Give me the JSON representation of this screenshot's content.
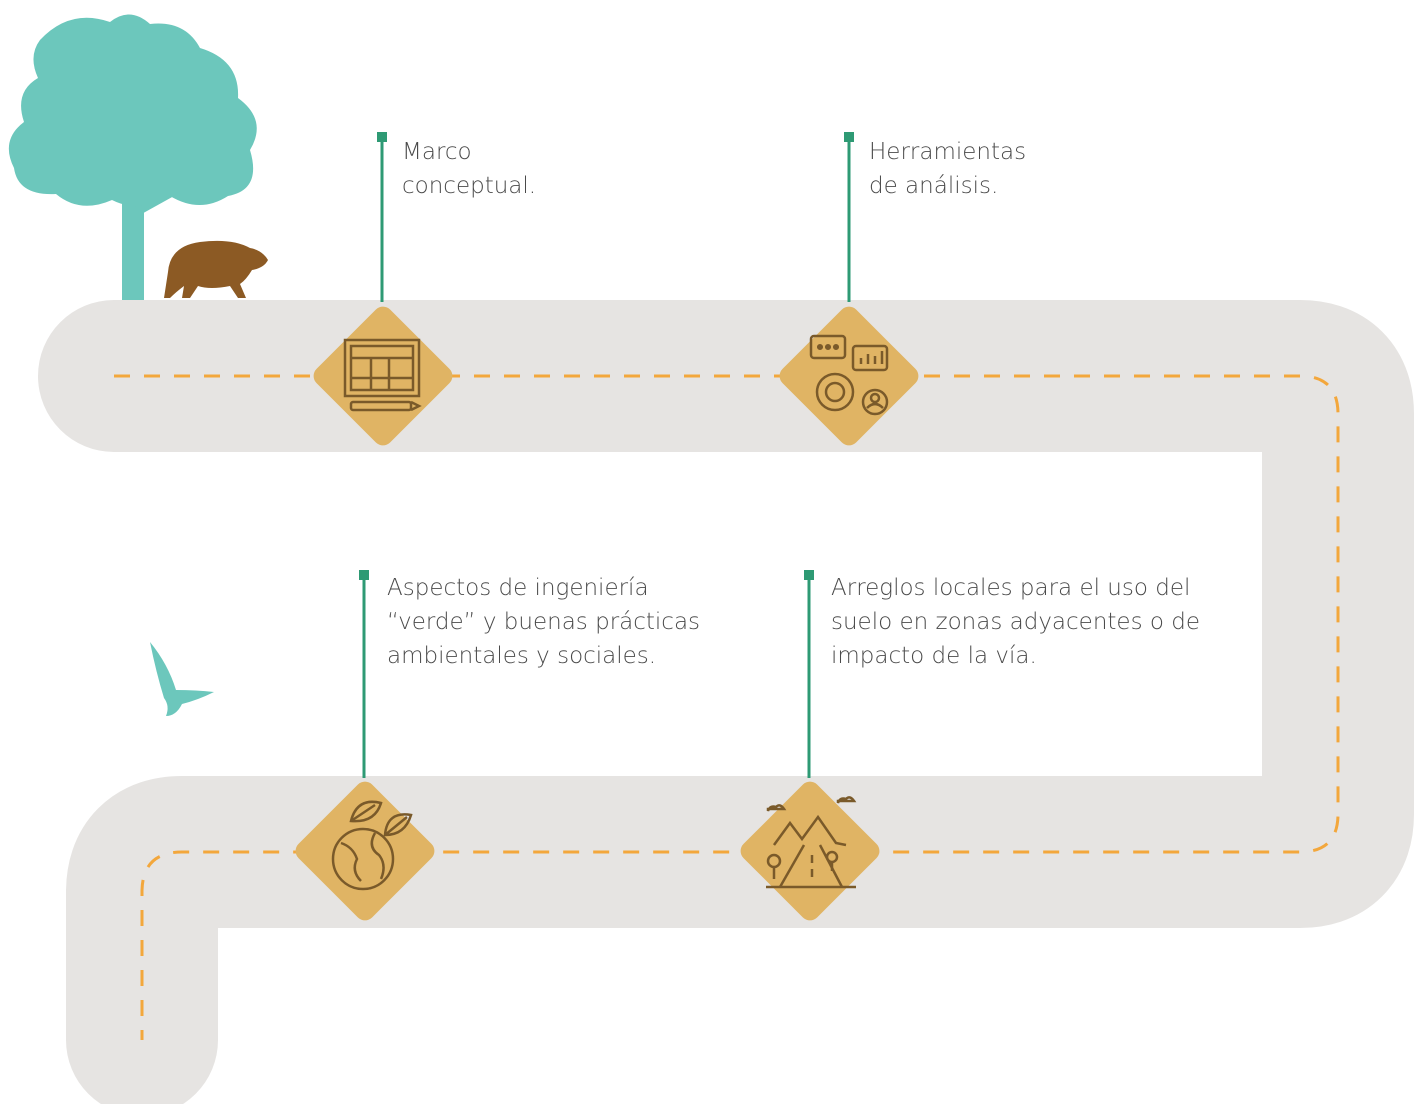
{
  "diagram": {
    "colors": {
      "road": "#e6e4e2",
      "dash": "#f3a73c",
      "diamond": "#e0b464",
      "icon_stroke": "#7a5a2a",
      "connector": "#2e9a74",
      "tree": "#6cc7bc",
      "bird": "#6cc7bc",
      "capybara": "#8c5a24"
    },
    "steps": [
      {
        "id": "marco",
        "icon": "blueprint-icon",
        "lines": [
          "Marco",
          "conceptual."
        ]
      },
      {
        "id": "herramientas",
        "icon": "analysis-tools-icon",
        "lines": [
          "Herramientas",
          "de análisis."
        ]
      },
      {
        "id": "ingenieria",
        "icon": "green-earth-icon",
        "lines": [
          "Aspectos de ingeniería",
          "“verde” y buenas prácticas",
          "ambientales y sociales."
        ]
      },
      {
        "id": "arreglos",
        "icon": "mountain-road-icon",
        "lines": [
          "Arreglos locales para el uso del",
          "suelo en zonas adyacentes o de",
          "impacto de la vía."
        ]
      }
    ]
  }
}
